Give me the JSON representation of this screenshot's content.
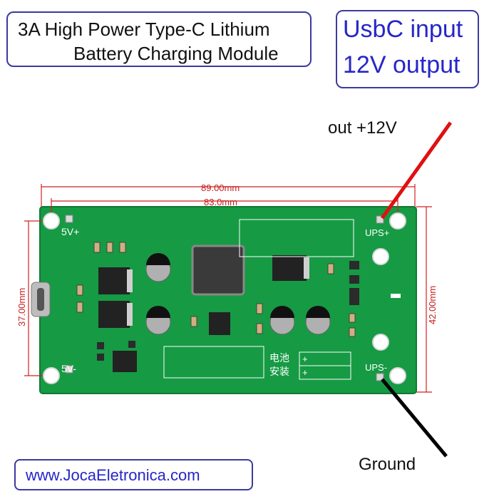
{
  "title": {
    "line1": "3A High Power Type-C Lithium",
    "line2": "Battery Charging Module"
  },
  "io_box": {
    "line1": "UsbC input",
    "line2": "12V output"
  },
  "out_label": "out   +12V",
  "ground_label": "Ground",
  "website": "www.JocaEletronica.com",
  "dimensions": {
    "outer_width": "89.00mm",
    "inner_width": "83.0mm",
    "left_height": "37.00mm",
    "right_height": "42.00mm"
  },
  "board_labels": {
    "top_left": "5V+",
    "bottom_left": "5V-",
    "top_right": "UPS+",
    "bottom_right": "UPS-",
    "battery_cn": "电池",
    "install_cn": "安装",
    "plus1": "+",
    "plus2": "+"
  },
  "colors": {
    "board": "#169a44",
    "board_dark": "#0f7a34",
    "dim_line": "#d42020",
    "wire_red": "#e01010",
    "wire_black": "#000000",
    "frame": "#3a3aa0",
    "link_blue": "#2626c8"
  }
}
